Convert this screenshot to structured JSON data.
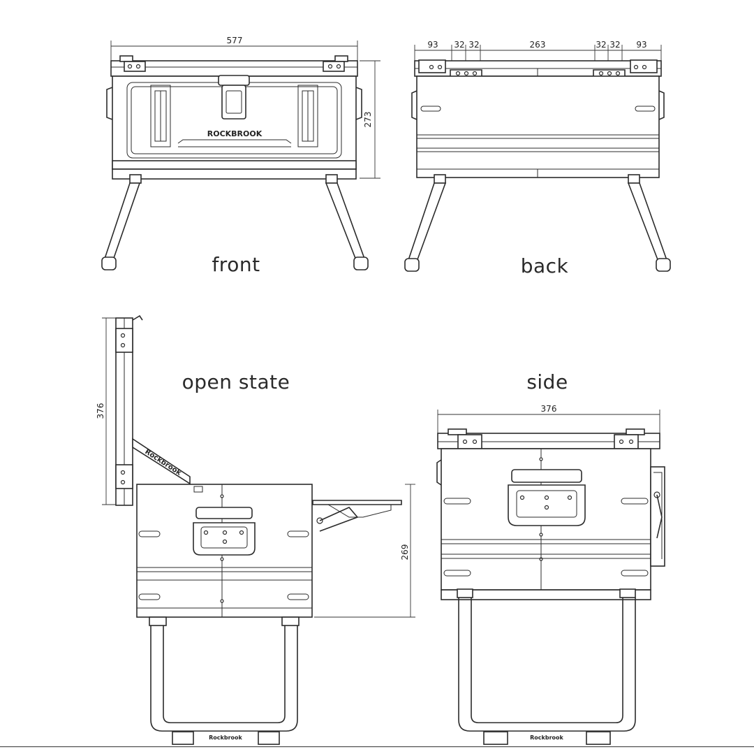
{
  "views": {
    "front": {
      "label": "front",
      "width_dim": "577",
      "height_dim": "273",
      "brand": "ROCKBROOK"
    },
    "back": {
      "label": "back",
      "dims": [
        "93",
        "32",
        "32",
        "263",
        "32",
        "32",
        "93"
      ]
    },
    "open_state": {
      "label": "open state",
      "lid_dim": "376",
      "height_dim": "269",
      "brand": "Rockbrook",
      "stand_brand": "Rockbrook"
    },
    "side": {
      "label": "side",
      "width_dim": "376",
      "stand_brand": "Rockbrook"
    }
  }
}
